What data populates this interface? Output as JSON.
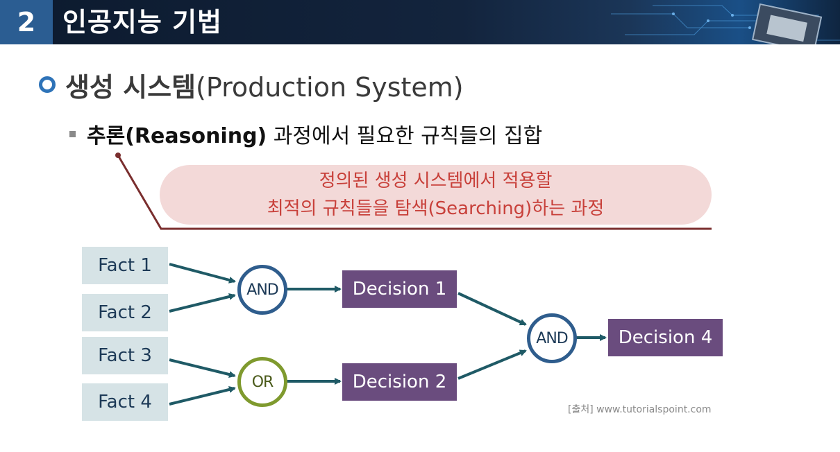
{
  "header": {
    "number": "2",
    "title": "인공지능 기법"
  },
  "heading": {
    "term": "생성 시스템",
    "english": "(Production System)"
  },
  "subheading": {
    "term": "추론(Reasoning)",
    "rest": " 과정에서 필요한 규칙들의 집합"
  },
  "callout": {
    "line1": "정의된 생성 시스템에서 적용할",
    "line2": "최적의 규칙들을 탐색(Searching)하는 과정"
  },
  "diagram": {
    "facts": [
      "Fact 1",
      "Fact 2",
      "Fact 3",
      "Fact 4"
    ],
    "gates": [
      "AND",
      "OR",
      "AND"
    ],
    "decisions": [
      "Decision 1",
      "Decision 2",
      "Decision 4"
    ]
  },
  "source": "[출처] www.tutorialspoint.com",
  "colors": {
    "header_accent": "#2b5d92",
    "bullet": "#2e73b8",
    "callout_bg": "#f3d9d8",
    "callout_text": "#c8403a",
    "fact_bg": "#d6e3e6",
    "decision_bg": "#6a4c7e",
    "arrow": "#1f5a66",
    "and_gate": "#2f5d8d",
    "or_gate": "#7f9a2e"
  }
}
